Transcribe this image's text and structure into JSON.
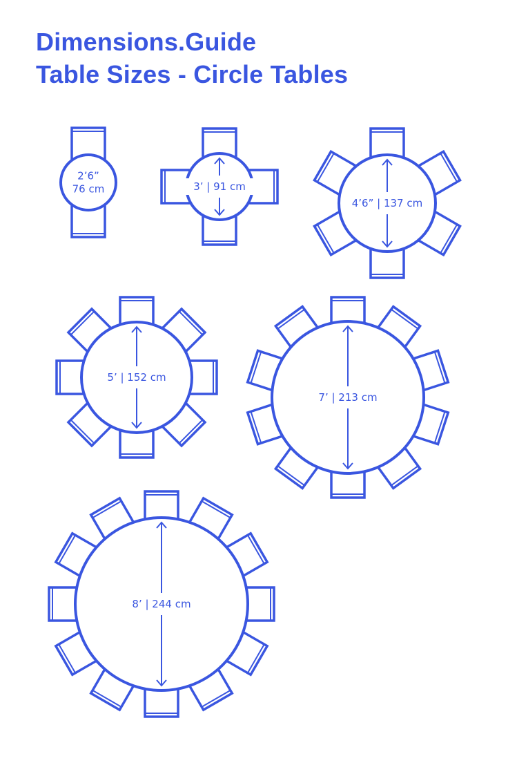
{
  "header": {
    "brand": "Dimensions.Guide",
    "title": "Table Sizes - Circle Tables"
  },
  "colors": {
    "accent": "#3a56e0",
    "background": "#ffffff"
  },
  "tables": [
    {
      "name": "2ft6",
      "label_lines": [
        "2’6”",
        "76 cm"
      ],
      "chairs": 2,
      "arrow": false
    },
    {
      "name": "3ft",
      "label_lines": [
        "3’ | 91 cm"
      ],
      "chairs": 4,
      "arrow": true
    },
    {
      "name": "4ft6",
      "label_lines": [
        "4’6” | 137 cm"
      ],
      "chairs": 6,
      "arrow": true
    },
    {
      "name": "5ft",
      "label_lines": [
        "5’ | 152 cm"
      ],
      "chairs": 8,
      "arrow": true
    },
    {
      "name": "7ft",
      "label_lines": [
        "7’ | 213 cm"
      ],
      "chairs": 10,
      "arrow": true
    },
    {
      "name": "8ft",
      "label_lines": [
        "8’ | 244 cm"
      ],
      "chairs": 12,
      "arrow": true
    }
  ]
}
